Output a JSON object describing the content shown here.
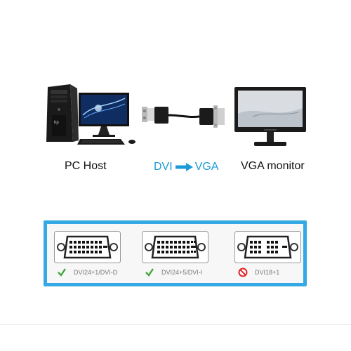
{
  "diagram": {
    "labels": {
      "pc_host": "PC Host",
      "vga_monitor": "VGA monitor",
      "conversion_from": "DVI",
      "conversion_to": "VGA"
    },
    "compatibility": [
      {
        "label": "DVI24+1/DVI-D",
        "status": "supported",
        "status_icon": "check-icon"
      },
      {
        "label": "DVI24+5/DVI-I",
        "status": "supported",
        "status_icon": "check-icon"
      },
      {
        "label": "DVI18+1",
        "status": "not-supported",
        "status_icon": "prohibited-icon"
      }
    ],
    "colors": {
      "accent": "#1e9bd7",
      "panel_border": "#35a9e3",
      "check": "#3ea63a",
      "prohibited": "#e0282a"
    }
  }
}
